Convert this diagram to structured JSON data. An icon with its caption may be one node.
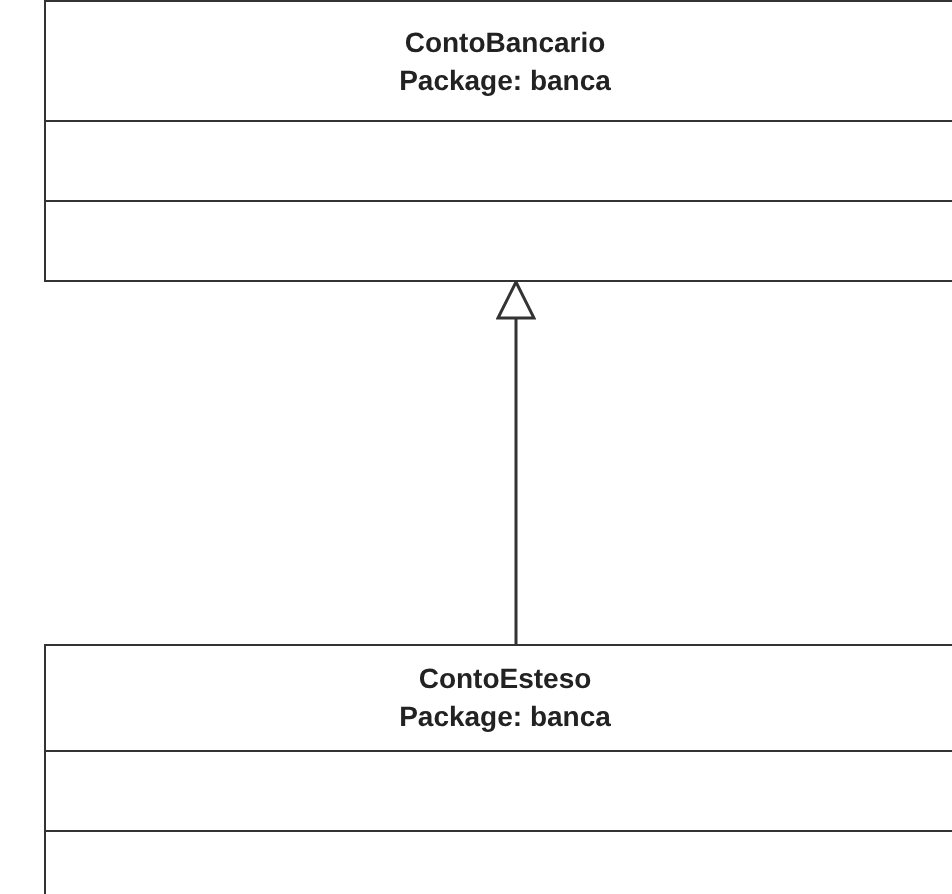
{
  "diagram": {
    "nodes": [
      {
        "text": [
          "ContoBancario",
          "Package: banca"
        ]
      },
      {
        "text": [
          "ContoEsteso",
          "Package: banca"
        ]
      }
    ],
    "edges": [
      {
        "from": 1,
        "to": 0,
        "arrow": "to"
      }
    ]
  }
}
